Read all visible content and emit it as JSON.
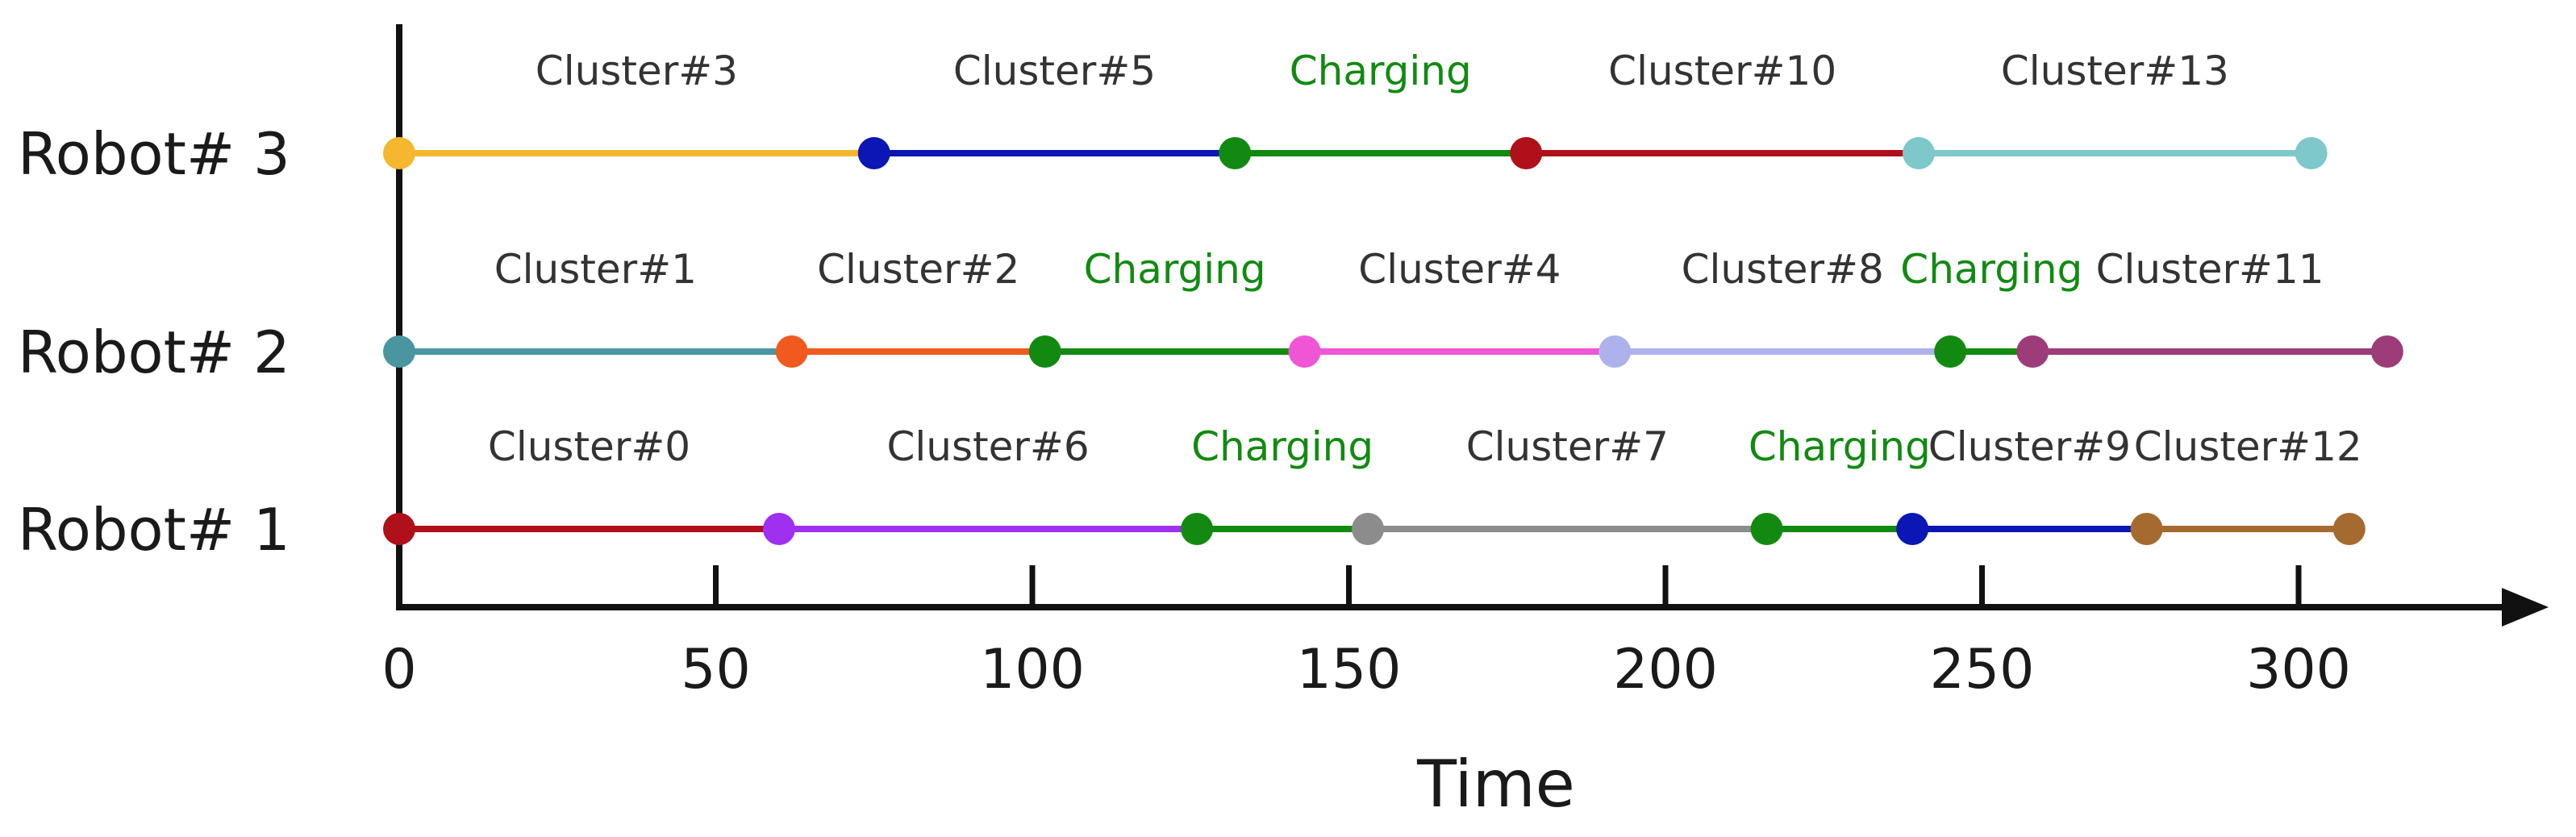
{
  "chart_data": {
    "type": "gantt-timeline",
    "xlabel": "Time",
    "xlim": [
      0,
      330
    ],
    "xticks": [
      0,
      50,
      100,
      150,
      200,
      250,
      300
    ],
    "grid": false,
    "rows": [
      {
        "label": "Robot# 3",
        "segments": [
          {
            "label": "Cluster#3",
            "start": 0,
            "end": 75,
            "color": "#F5B630",
            "label_color": "#333333"
          },
          {
            "label": "Cluster#5",
            "start": 75,
            "end": 132,
            "color": "#0B16B4",
            "label_color": "#333333"
          },
          {
            "label": "Charging",
            "start": 132,
            "end": 178,
            "color": "#128A12",
            "label_color": "#128A12"
          },
          {
            "label": "Cluster#10",
            "start": 178,
            "end": 240,
            "color": "#B0101A",
            "label_color": "#333333"
          },
          {
            "label": "Cluster#13",
            "start": 240,
            "end": 302,
            "color": "#7EC8CC",
            "label_color": "#333333"
          }
        ]
      },
      {
        "label": "Robot# 2",
        "segments": [
          {
            "label": "Cluster#1",
            "start": 0,
            "end": 62,
            "color": "#4A96A0",
            "label_color": "#333333"
          },
          {
            "label": "Cluster#2",
            "start": 62,
            "end": 102,
            "color": "#F05A1E",
            "label_color": "#333333"
          },
          {
            "label": "Charging",
            "start": 102,
            "end": 143,
            "color": "#128A12",
            "label_color": "#128A12"
          },
          {
            "label": "Cluster#4",
            "start": 143,
            "end": 192,
            "color": "#F055D6",
            "label_color": "#333333"
          },
          {
            "label": "Cluster#8",
            "start": 192,
            "end": 245,
            "color": "#AEB2EC",
            "label_color": "#333333"
          },
          {
            "label": "Charging",
            "start": 245,
            "end": 258,
            "color": "#128A12",
            "label_color": "#128A12"
          },
          {
            "label": "Cluster#11",
            "start": 258,
            "end": 314,
            "color": "#9C3C78",
            "label_color": "#333333"
          }
        ]
      },
      {
        "label": "Robot# 1",
        "segments": [
          {
            "label": "Cluster#0",
            "start": 0,
            "end": 60,
            "color": "#B0101A",
            "label_color": "#333333"
          },
          {
            "label": "Cluster#6",
            "start": 60,
            "end": 126,
            "color": "#A030F0",
            "label_color": "#333333"
          },
          {
            "label": "Charging",
            "start": 126,
            "end": 153,
            "color": "#128A12",
            "label_color": "#128A12"
          },
          {
            "label": "Cluster#7",
            "start": 153,
            "end": 216,
            "color": "#8C8C8C",
            "label_color": "#333333"
          },
          {
            "label": "Charging",
            "start": 216,
            "end": 239,
            "color": "#128A12",
            "label_color": "#128A12"
          },
          {
            "label": "Cluster#9",
            "start": 239,
            "end": 276,
            "color": "#0B16B4",
            "label_color": "#333333"
          },
          {
            "label": "Cluster#12",
            "start": 276,
            "end": 308,
            "color": "#A56A30",
            "label_color": "#333333"
          }
        ]
      }
    ]
  }
}
